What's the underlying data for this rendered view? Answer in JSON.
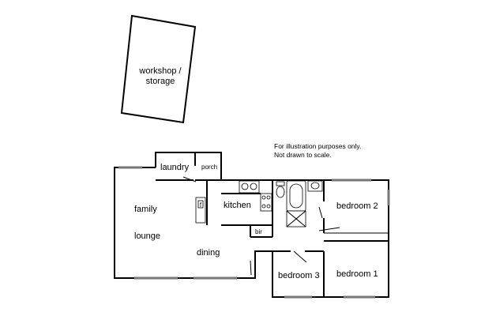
{
  "note": {
    "line1": "For illustration purposes only.",
    "line2": "Not drawn to scale."
  },
  "workshop": {
    "line1": "workshop /",
    "line2": "storage"
  },
  "rooms": {
    "laundry": "laundry",
    "porch": "porch",
    "family": "family",
    "lounge": "lounge",
    "kitchen": "kitchen",
    "dining": "dining",
    "bir": "bir",
    "fridge": "f",
    "bedroom1": "bedroom 1",
    "bedroom2": "bedroom 2",
    "bedroom3": "bedroom 3"
  }
}
